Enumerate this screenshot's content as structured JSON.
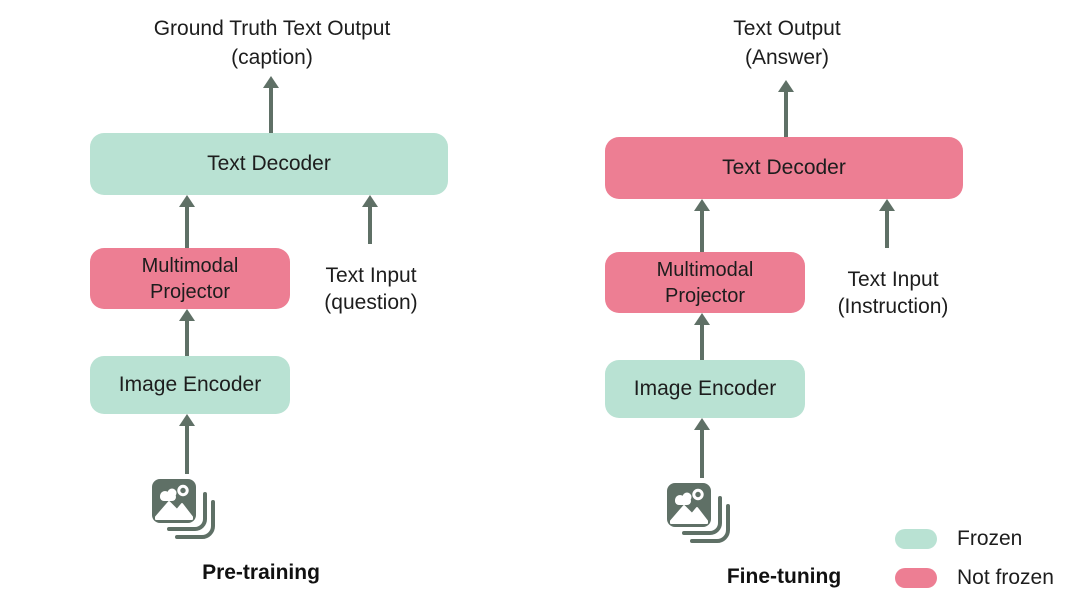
{
  "colors": {
    "frozen": "#b9e2d3",
    "not-frozen": "#ed7e93",
    "arrow": "#5f7066",
    "text": "#1d1d1d"
  },
  "panels": [
    {
      "title_line1": "Ground Truth Text Output",
      "title_line2": "(caption)",
      "decoder": {
        "label": "Text Decoder",
        "state": "frozen"
      },
      "projector": {
        "line1": "Multimodal",
        "line2": "Projector",
        "state": "not-frozen"
      },
      "encoder": {
        "label": "Image Encoder",
        "state": "frozen"
      },
      "text_input_line1": "Text Input",
      "text_input_line2": "(question)",
      "stage_label": "Pre-training"
    },
    {
      "title_line1": "Text Output",
      "title_line2": "(Answer)",
      "decoder": {
        "label": "Text Decoder",
        "state": "not-frozen"
      },
      "projector": {
        "line1": "Multimodal",
        "line2": "Projector",
        "state": "not-frozen"
      },
      "encoder": {
        "label": "Image Encoder",
        "state": "frozen"
      },
      "text_input_line1": "Text Input",
      "text_input_line2": "(Instruction)",
      "stage_label": "Fine-tuning"
    }
  ],
  "legend": [
    {
      "label": "Frozen",
      "state": "frozen"
    },
    {
      "label": "Not frozen",
      "state": "not-frozen"
    }
  ]
}
